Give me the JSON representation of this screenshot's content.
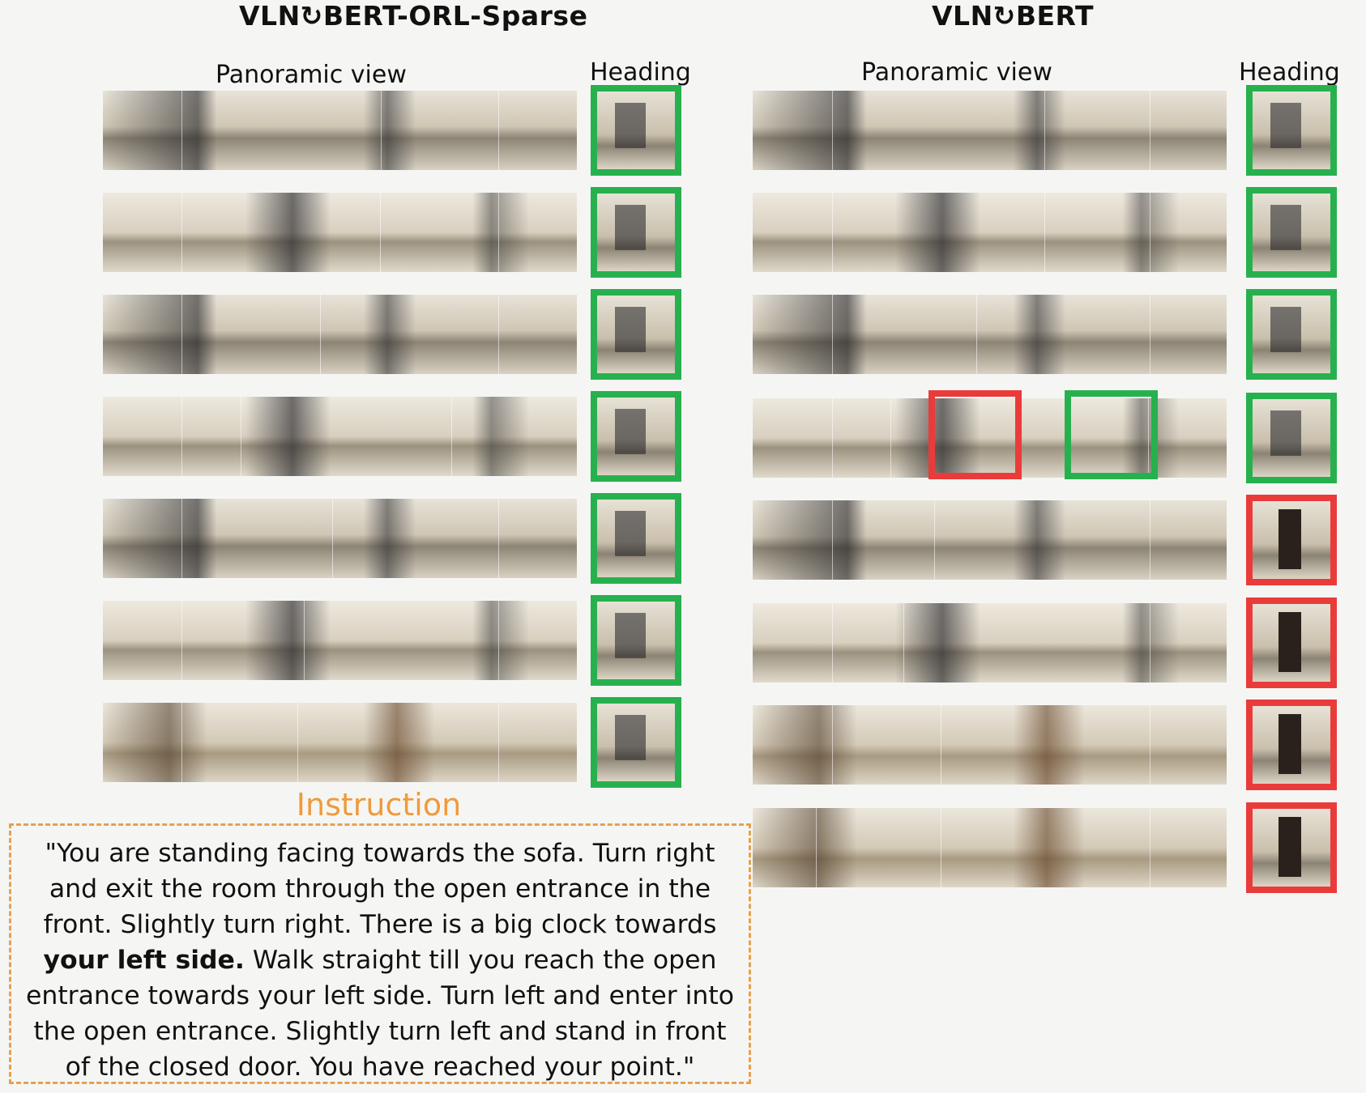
{
  "left": {
    "title": "VLN↻BERT-ORL-Sparse",
    "panoramic_label": "Panoramic view",
    "heading_label": "Heading",
    "steps": 7,
    "heading_status": [
      "correct",
      "correct",
      "correct",
      "correct",
      "correct",
      "correct",
      "correct"
    ]
  },
  "right": {
    "title": "VLN↻BERT",
    "panoramic_label": "Panoramic view",
    "heading_label": "Heading",
    "steps": 8,
    "heading_status": [
      "correct",
      "correct",
      "correct",
      "correct",
      "wrong",
      "wrong",
      "wrong",
      "wrong"
    ],
    "row4_highlights": [
      "wrong",
      "correct"
    ]
  },
  "colors": {
    "correct": "#27b14e",
    "wrong": "#ea3b3b",
    "instruction": "#f09a3c"
  },
  "instruction": {
    "title": "Instruction",
    "text_before_bold": "\"You are standing facing towards the sofa. Turn right and exit the room through the open entrance in the front. Slightly turn right. There is a big clock towards ",
    "bold": "your left side.",
    "text_after_bold": " Walk straight till you reach the open entrance towards your left side. Turn left and enter into the open entrance. Slightly turn left and stand in front of the closed door. You have reached your point.\""
  }
}
